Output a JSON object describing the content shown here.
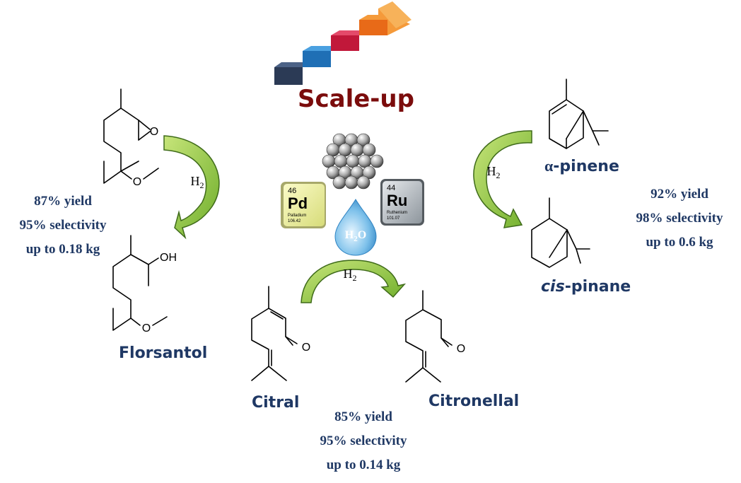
{
  "title": "Scale-up",
  "catalyst": {
    "pd": {
      "number": "46",
      "symbol": "Pd",
      "name": "Palladium",
      "mass": "106.42"
    },
    "ru": {
      "number": "44",
      "symbol": "Ru",
      "name": "Ruthenium",
      "mass": "101.07"
    },
    "solvent": {
      "main": "H",
      "sub": "2",
      "tail": "O"
    }
  },
  "reagent": {
    "main": "H",
    "sub": "2"
  },
  "reactions": {
    "florsantol": {
      "product": "Florsantol",
      "stats": [
        "87% yield",
        "95% selectivity",
        "up to 0.18 kg"
      ]
    },
    "citral": {
      "substrate": "Citral",
      "product": "Citronellal",
      "stats": [
        "85% yield",
        "95% selectivity",
        "up to 0.14 kg"
      ]
    },
    "pinene": {
      "substrate_prefix": "α",
      "substrate_suffix": "-pinene",
      "product_prefix": "cis",
      "product_suffix": "-pinane",
      "stats": [
        "92% yield",
        "98% selectivity",
        "up to 0.6 kg"
      ]
    }
  },
  "atoms": {
    "oxygen": "O",
    "hydroxyl": "OH"
  },
  "colors": {
    "title": "#7b0c0c",
    "text": "#1f3864",
    "arrow_fill": "#8cc63f",
    "arrow_stroke": "#3f6b1a"
  }
}
